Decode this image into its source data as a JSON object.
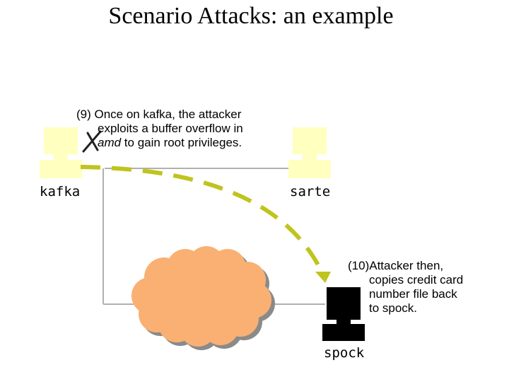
{
  "title": "Scenario Attacks: an example",
  "hosts": {
    "kafka": "kafka",
    "sarte": "sarte",
    "spock": "spock"
  },
  "notes": {
    "step9": {
      "lead": "(9) Once on kafka, the attacker",
      "line2": "exploits a buffer overflow in",
      "line3_italic": "amd",
      "line3_rest": " to gain root privileges."
    },
    "step10": {
      "line1": "(10)Attacker then,",
      "line2": "copies credit card",
      "line3": "number file back",
      "line4": "to spock."
    }
  },
  "colors": {
    "terminal_light": "#ffffc0",
    "terminal_dark": "#000000",
    "cloud_fill": "#f9b072",
    "cloud_shadow": "#8a8a8a",
    "attack_path": "#bfc41e",
    "network_line": "#b0b0b0",
    "cross_mark": "#222222"
  }
}
